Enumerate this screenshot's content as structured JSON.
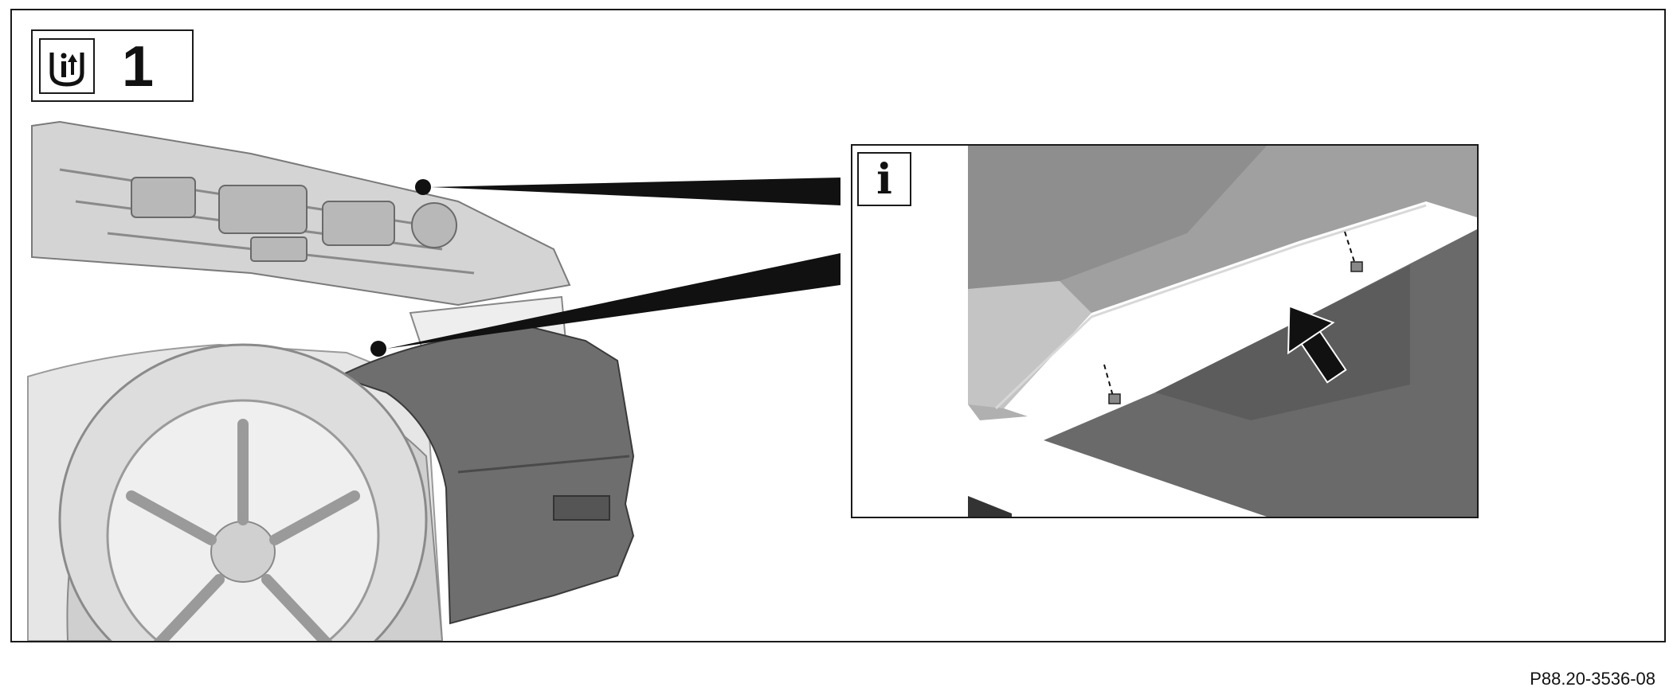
{
  "step": {
    "number": "1",
    "icon": "info-removal-icon"
  },
  "detail": {
    "badge": "i",
    "arrow_icon": "push-arrow-icon"
  },
  "reference_code": "P88.20-3536-08",
  "colors": {
    "line": "#1a1a1a",
    "fender": "#6e6e6e",
    "body_light": "#dcdcdc",
    "detail_dark": "#6a6a6a"
  }
}
